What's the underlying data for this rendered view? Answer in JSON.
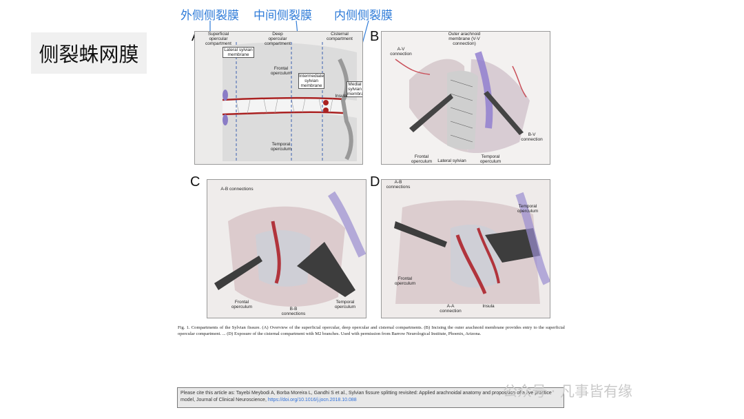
{
  "title": "侧裂蛛网膜",
  "top_labels": [
    "外侧侧裂膜",
    "中间侧裂膜",
    "内侧侧裂膜"
  ],
  "panel_letters": [
    "A",
    "B",
    "C",
    "D"
  ],
  "panelA": {
    "superficial": "Superficial opercular compartment",
    "deep": "Deep opercular compartment",
    "cisternal": "Cisternal compartment",
    "frontal": "Frontal operculum",
    "temporal": "Temporal operculum",
    "insula": "Insula",
    "lateral": "Lateral sylvian membrane",
    "intermediate": "Intermediate sylvian membrane",
    "medial": "Medial sylvian membrane"
  },
  "panelB": {
    "outer": "Outer arachnoid membrane (V-V connection)",
    "av": "A-V connection",
    "bv": "B-V connection",
    "lateral": "Lateral sylvian membrane",
    "frontal": "Frontal operculum",
    "temporal": "Temporal operculum"
  },
  "panelC": {
    "ab": "A-B connections",
    "bb": "B-B connections",
    "frontal": "Frontal operculum",
    "temporal": "Temporal operculum"
  },
  "panelD": {
    "ab": "A-B connections",
    "aa": "A-A connection",
    "insula": "Insula",
    "frontal": "Frontal operculum",
    "temporal": "Temporal operculum"
  },
  "caption": "Fig. 1. Compartments of the Sylvian fissure. (A) Overview of the superficial opercular, deep opercular and cisternal compartments. (B) Incising the outer arachnoid membrane provides entry to the superficial opercular compartment. ... (D) Exposure of the cisternal compartment with M2 branches. Used with permission from Barrow Neurological Institute, Phoenix, Arizona.",
  "cite_text": "Please cite this article as: Tayebi Meybodi A, Borba Moreira L, Gandhi S et al., Sylvian fissure splitting revisited: Applied arachnoidal anatomy and proposition of a live practice model, Journal of Clinical Neuroscience, ",
  "cite_doi": "https://doi.org/10.1016/j.jocn.2018.10.088",
  "watermark": "公众号 · 凡事皆有缘"
}
